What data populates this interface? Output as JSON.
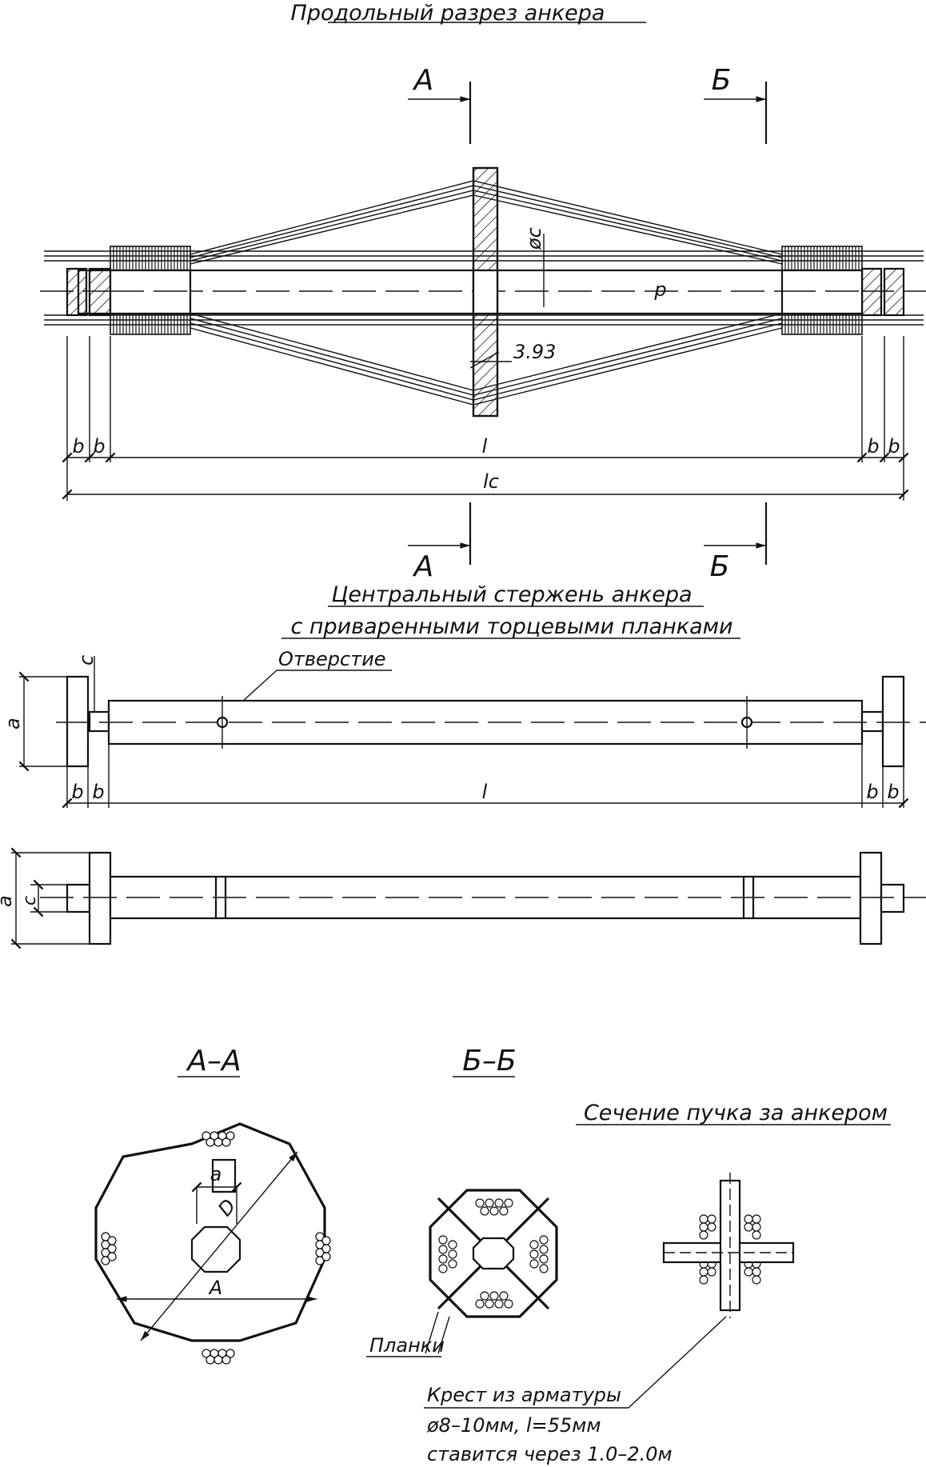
{
  "titles": {
    "longitudinal_section": "Продольный разрез анкера",
    "central_rod_line1": "Центральный стержень анкера",
    "central_rod_line2": "с приваренными торцевыми планками",
    "bundle_section": "Сечение пучка за анкером"
  },
  "section_markers": {
    "a": "А",
    "b": "Б"
  },
  "section_views": {
    "aa": "А–А",
    "bb": "Б–Б"
  },
  "dimensions": {
    "b": "b",
    "l": "l",
    "lc": "lc",
    "c_diameter": "øc",
    "p": "p",
    "angle": "3.93",
    "a": "a",
    "c": "c",
    "D": "D",
    "A": "A"
  },
  "callouts": {
    "hole": "Отверстие",
    "plates": "Планки",
    "cross_line1": "Крест из арматуры",
    "cross_line2": "ø8–10мм, l=55мм",
    "cross_line3": "ставится через 1.0–2.0м"
  }
}
